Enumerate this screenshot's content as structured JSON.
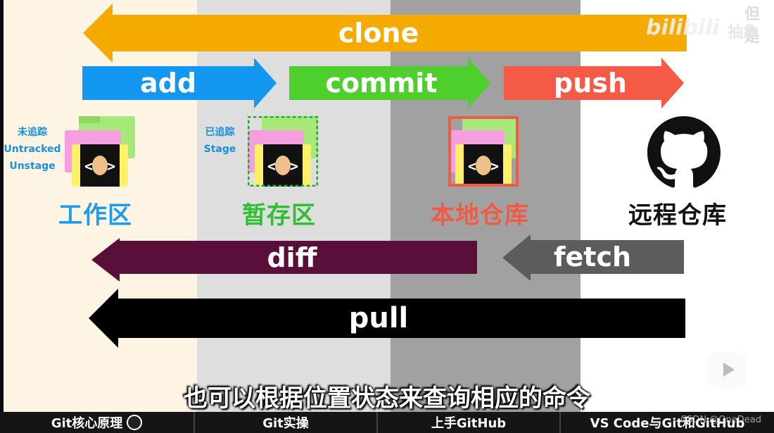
{
  "zones": [
    {
      "name": "工作区",
      "color": "#1e9be9",
      "status": [
        "未追踪",
        "Untracked",
        "Unstage"
      ]
    },
    {
      "name": "暂存区",
      "color": "#2fbf32",
      "status": [
        "已追踪",
        "Stage"
      ]
    },
    {
      "name": "本地仓库",
      "color": "#f25a45"
    },
    {
      "name": "远程仓库",
      "color": "#111111"
    }
  ],
  "arrows": {
    "clone": {
      "label": "clone",
      "color": "#f5aa00"
    },
    "add": {
      "label": "add",
      "color": "#1497f0"
    },
    "commit": {
      "label": "commit",
      "color": "#4fcf2e"
    },
    "push": {
      "label": "push",
      "color": "#f55a47"
    },
    "diff": {
      "label": "diff",
      "color": "#5a0f3a"
    },
    "fetch": {
      "label": "fetch",
      "color": "#5c5c5c"
    },
    "pull": {
      "label": "pull",
      "color": "#000000"
    }
  },
  "folder_icon": "folder-code-icon",
  "remote_icon": "github-icon",
  "subtitle": "也可以根据位置状态来查询相应的命令",
  "watermark": {
    "corner": "但是",
    "logo": "bilibili",
    "tagline": "抽象"
  },
  "play_button": "play-icon",
  "csdn": "CSDN @OneDead",
  "tabs": [
    {
      "label": "Git核心原理"
    },
    {
      "label": "Git实操"
    },
    {
      "label": "上手GitHub"
    },
    {
      "label": "VS Code与Git和GitHub"
    }
  ]
}
